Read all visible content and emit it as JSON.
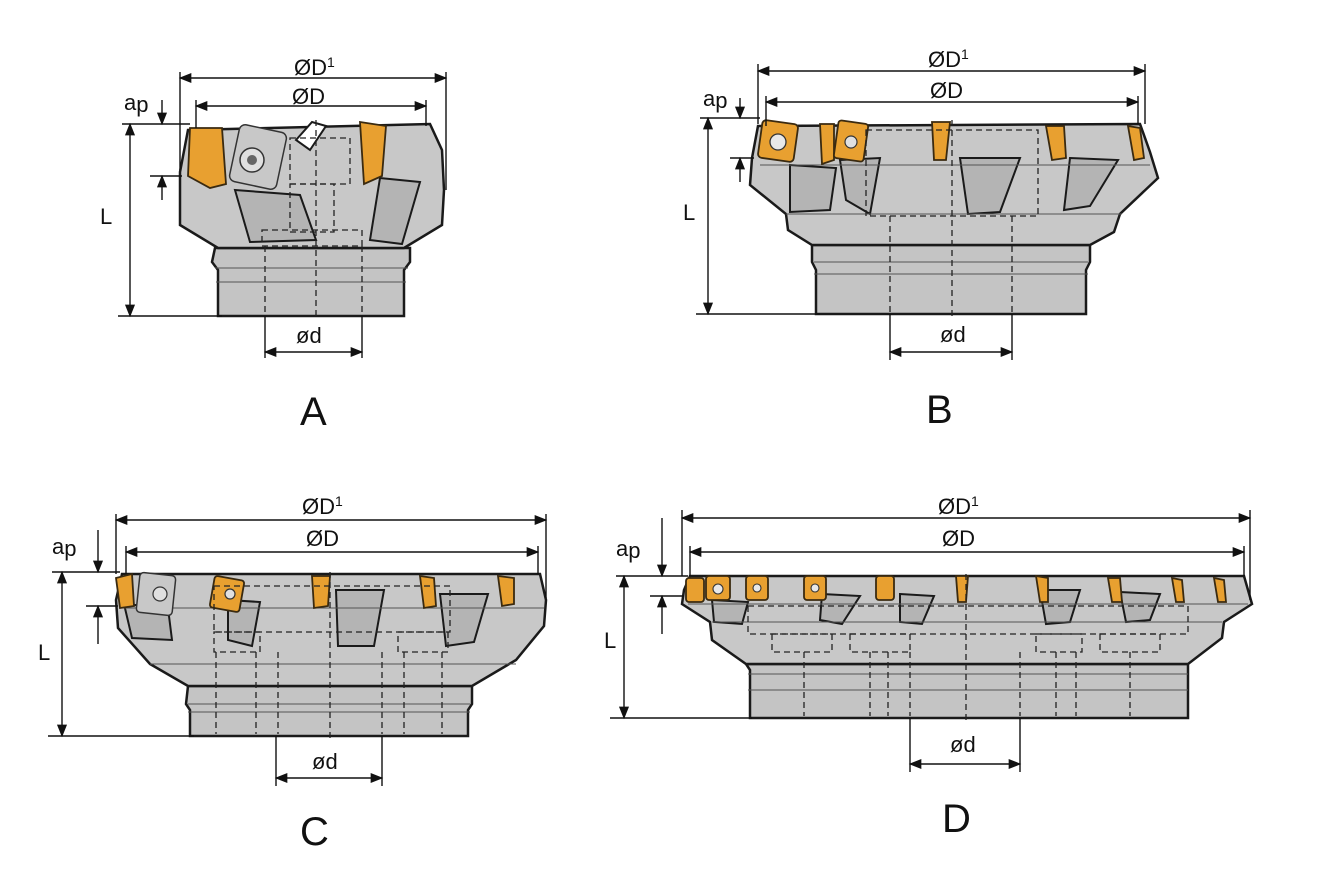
{
  "labels": {
    "D1": "ØD",
    "D1_sup": "1",
    "D": "ØD",
    "ap_main": "a",
    "ap_sub": "p",
    "L": "L",
    "d": "ød"
  },
  "views": [
    {
      "caption": "A"
    },
    {
      "caption": "B"
    },
    {
      "caption": "C"
    },
    {
      "caption": "D"
    }
  ],
  "colors": {
    "insert": "#e8a030",
    "body": "#c8c8c8",
    "outline": "#1a1a1a"
  }
}
